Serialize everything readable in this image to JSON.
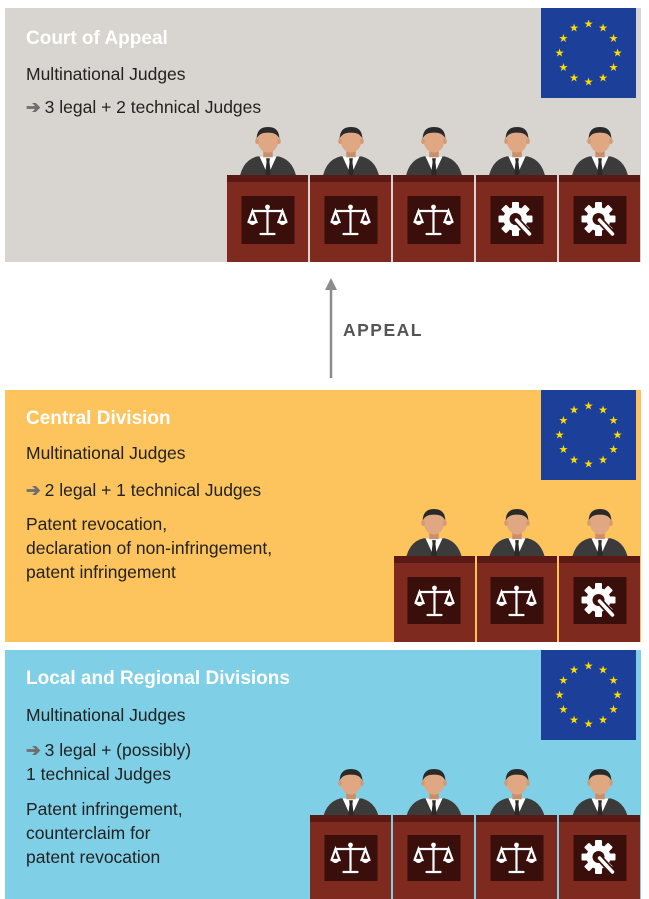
{
  "colors": {
    "court_of_appeal_bg": "#d8d4cf",
    "central_division_bg": "#fdc35c",
    "local_regional_bg": "#7fcfe6",
    "eu_blue": "#1c3f99",
    "eu_star": "#ffdd00",
    "desk": "#7e2a1e",
    "arrow": "#8c8c8c"
  },
  "court_of_appeal": {
    "title": "Court of Appeal",
    "line1": "Multinational Judges",
    "line2": "3 legal + 2 technical Judges",
    "judges": [
      {
        "icon": "scales-icon"
      },
      {
        "icon": "scales-icon"
      },
      {
        "icon": "scales-icon"
      },
      {
        "icon": "gear-wrench-icon"
      },
      {
        "icon": "gear-wrench-icon"
      }
    ]
  },
  "appeal": {
    "label": "APPEAL"
  },
  "central_division": {
    "title": "Central Division",
    "line1": "Multinational Judges",
    "line2": "2 legal + 1 technical Judges",
    "desc1": "Patent revocation,",
    "desc2": "declaration of non-infringement,",
    "desc3": "patent infringement",
    "judges": [
      {
        "icon": "scales-icon"
      },
      {
        "icon": "scales-icon"
      },
      {
        "icon": "gear-wrench-icon"
      }
    ]
  },
  "local_regional": {
    "title": "Local and Regional Divisions",
    "line1": "Multinational Judges",
    "line2": "3 legal + (possibly)",
    "line3": "1 technical Judges",
    "desc1": "Patent infringement,",
    "desc2": "counterclaim for",
    "desc3": "patent revocation",
    "judges": [
      {
        "icon": "scales-icon"
      },
      {
        "icon": "scales-icon"
      },
      {
        "icon": "scales-icon"
      },
      {
        "icon": "gear-wrench-icon"
      }
    ]
  }
}
